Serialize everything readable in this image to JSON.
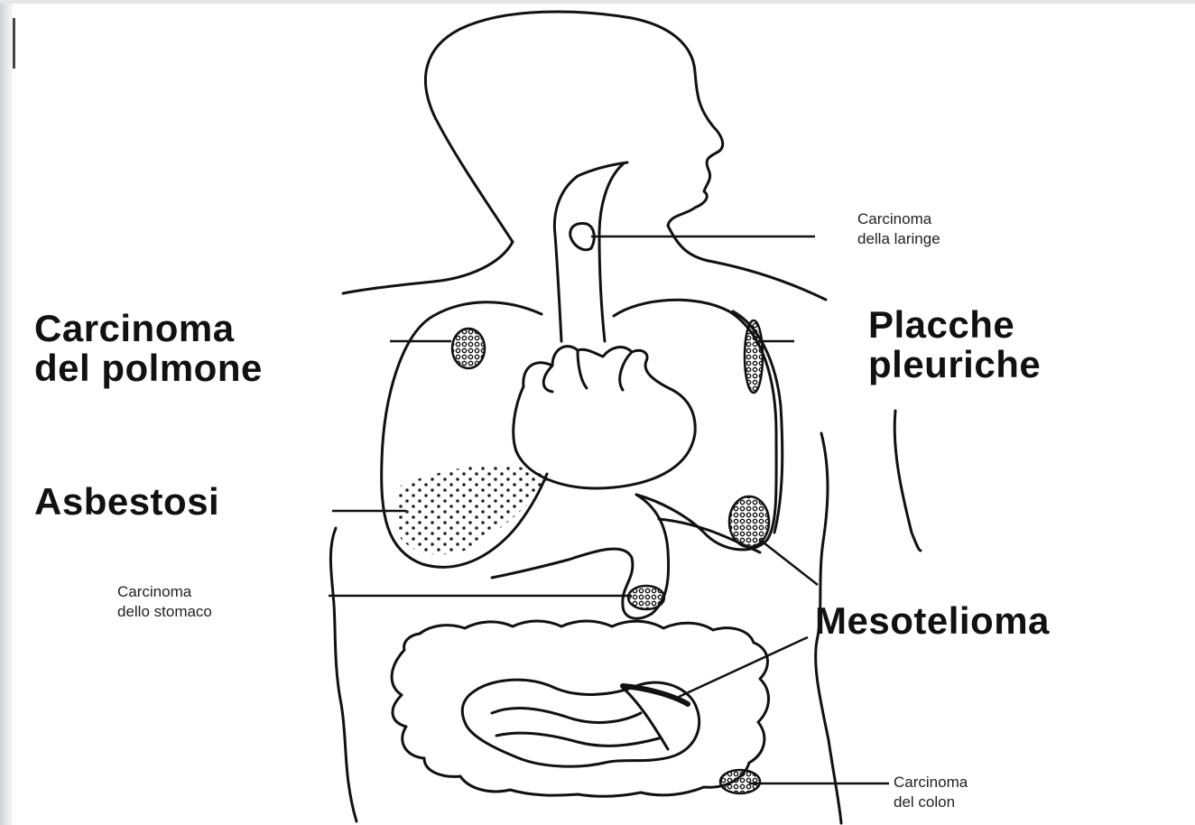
{
  "labels": {
    "laringe": {
      "line1": "Carcinoma",
      "line2": "della laringe"
    },
    "polmone": {
      "line1": "Carcinoma",
      "line2": "del polmone"
    },
    "placche": {
      "line1": "Placche",
      "line2": "pleuriche"
    },
    "asbestosi": {
      "text": "Asbestosi"
    },
    "stomaco": {
      "line1": "Carcinoma",
      "line2": "dello stomaco"
    },
    "mesotelioma": {
      "text": "Mesotelioma"
    },
    "colon": {
      "line1": "Carcinoma",
      "line2": "del colon"
    }
  }
}
